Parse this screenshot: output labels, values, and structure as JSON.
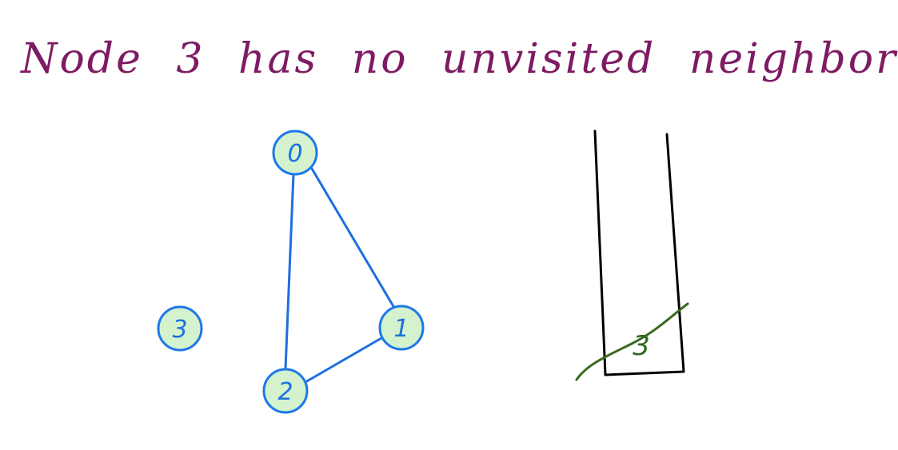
{
  "heading": "Node 3 has no unvisited neighbor",
  "graph": {
    "nodes": [
      {
        "id": "0",
        "label": "0"
      },
      {
        "id": "1",
        "label": "1"
      },
      {
        "id": "2",
        "label": "2"
      },
      {
        "id": "3",
        "label": "3"
      }
    ],
    "edges": [
      {
        "from": "0",
        "to": "1"
      },
      {
        "from": "0",
        "to": "2"
      },
      {
        "from": "1",
        "to": "2"
      }
    ]
  },
  "stack": {
    "items": [
      {
        "label": "3",
        "popped": true
      }
    ]
  },
  "colors": {
    "heading": "#7d1b63",
    "node_fill": "#d4f2cd",
    "node_stroke": "#1e78e8",
    "edge": "#1e6ee0",
    "node_text": "#1e6ee0",
    "stack_outline": "#000000",
    "stack_item": "#2f6a1f",
    "strike": "#3a6a1e"
  }
}
